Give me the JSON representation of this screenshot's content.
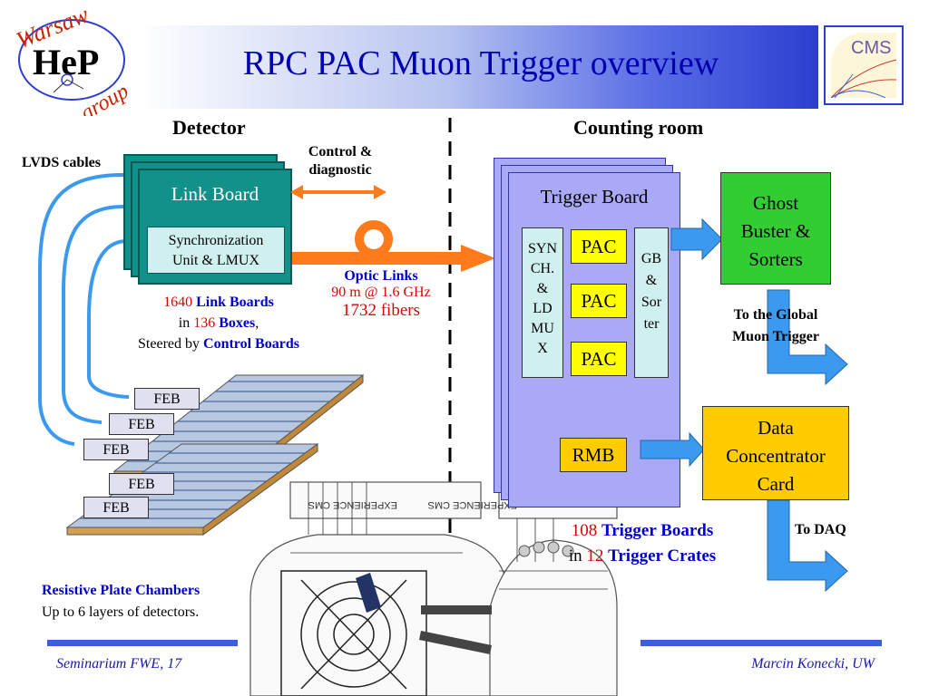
{
  "title": "RPC PAC Muon Trigger overview",
  "logo": {
    "top_text": "Warsaw",
    "letters": "HeP",
    "bottom_text": "group"
  },
  "cms_logo": "CMS",
  "headings": {
    "left": "Detector",
    "right": "Counting room"
  },
  "labels": {
    "lvds": "LVDS cables",
    "control": "Control & diagnostic",
    "optic_links": "Optic Links",
    "optic_speed": "90 m @ 1.6 GHz",
    "fibers": "1732 fibers",
    "to_global_1": "To the Global",
    "to_global_2": "Muon Trigger",
    "to_daq": "To DAQ"
  },
  "link_board": {
    "title": "Link Board",
    "sync_1": "Synchronization",
    "sync_2": "Unit & LMUX"
  },
  "link_stats": {
    "count": "1640",
    "name": "Link Boards",
    "in": "in",
    "box_count": "136",
    "box_name": "Boxes",
    "comma": ",",
    "steered": "Steered by",
    "control_boards": "Control Boards"
  },
  "trigger_board": {
    "title": "Trigger Board",
    "syn_lines": [
      "SYN",
      "CH.",
      "&",
      "LD",
      "MU",
      "X"
    ],
    "pac": [
      "PAC",
      "PAC",
      "PAC"
    ],
    "gb_lines": [
      "GB",
      "&",
      "Sor",
      "ter"
    ],
    "rmb": "RMB"
  },
  "ghost": [
    "Ghost",
    "Buster &",
    "Sorters"
  ],
  "dcc": [
    "Data",
    "Concentrator",
    "Card"
  ],
  "trigger_stats": {
    "count": "108",
    "name": "Trigger Boards",
    "in": "in",
    "crate_count": "12",
    "crate_name": "Trigger Crates"
  },
  "feb": [
    "FEB",
    "FEB",
    "FEB",
    "FEB",
    "FEB"
  ],
  "rpc": {
    "title": "Resistive Plate Chambers",
    "subtitle": "Up to 6 layers of detectors."
  },
  "drawing_text": {
    "left": "EXPERIENCE CMS",
    "right": "EXPERIENCE CMS"
  },
  "footer": {
    "left": "Seminarium FWE, 17",
    "right": "Marcin Konecki,  UW"
  },
  "colors": {
    "title_blue": "#0000b0",
    "teal": "#12908a",
    "trigger_lilac": "#a9a9f5",
    "pac_yellow": "#ffff00",
    "ghost_green": "#33cc33",
    "dcc_gold": "#ffcc00",
    "optic_orange": "#ff7a1a",
    "cable_blue": "#3b99f0"
  }
}
